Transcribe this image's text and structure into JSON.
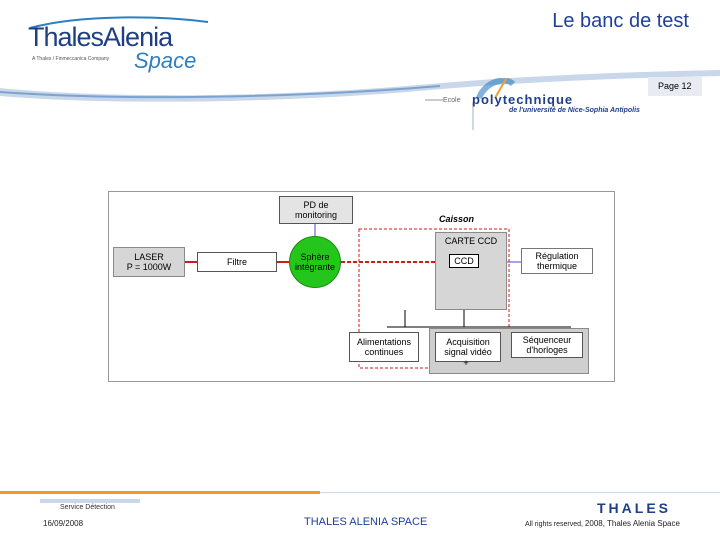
{
  "header": {
    "logo_main": "ThalesAlenia",
    "logo_sub": "A Thales / Finmeccanica Company",
    "logo_space": "Space",
    "title": "Le banc de test",
    "page": "Page 12"
  },
  "partner_logo": {
    "ecole": "Ecole",
    "name": "polytechnique",
    "sub": "de l'université de Nice-Sophia Antipolis"
  },
  "diagram": {
    "pd_monitoring": "PD de\nmonitoring",
    "caisson": "Caisson",
    "laser": "LASER\nP = 1000W",
    "filtre": "Filtre",
    "sphere": "Sphère\nintégrante",
    "carte_ccd": "CARTE CCD",
    "ccd": "CCD",
    "regulation": "Régulation\nthermique",
    "alimentations": "Alimentations\ncontinues",
    "acquisition": "Acquisition\nsignal vidéo",
    "sequenceur": "Séquenceur\nd'horloges",
    "plus": "+"
  },
  "footer": {
    "service": "Service Détection",
    "date": "16/09/2008",
    "company": "THALES ALENIA SPACE",
    "rights": "All rights reserved,",
    "year": "2008, Thales Alenia Space",
    "thales": "THALES"
  },
  "colors": {
    "brand_blue": "#1f3f9a",
    "sphere_green": "#24c61b",
    "laser_red": "#d11a1a",
    "footer_orange": "#f29a1a"
  }
}
